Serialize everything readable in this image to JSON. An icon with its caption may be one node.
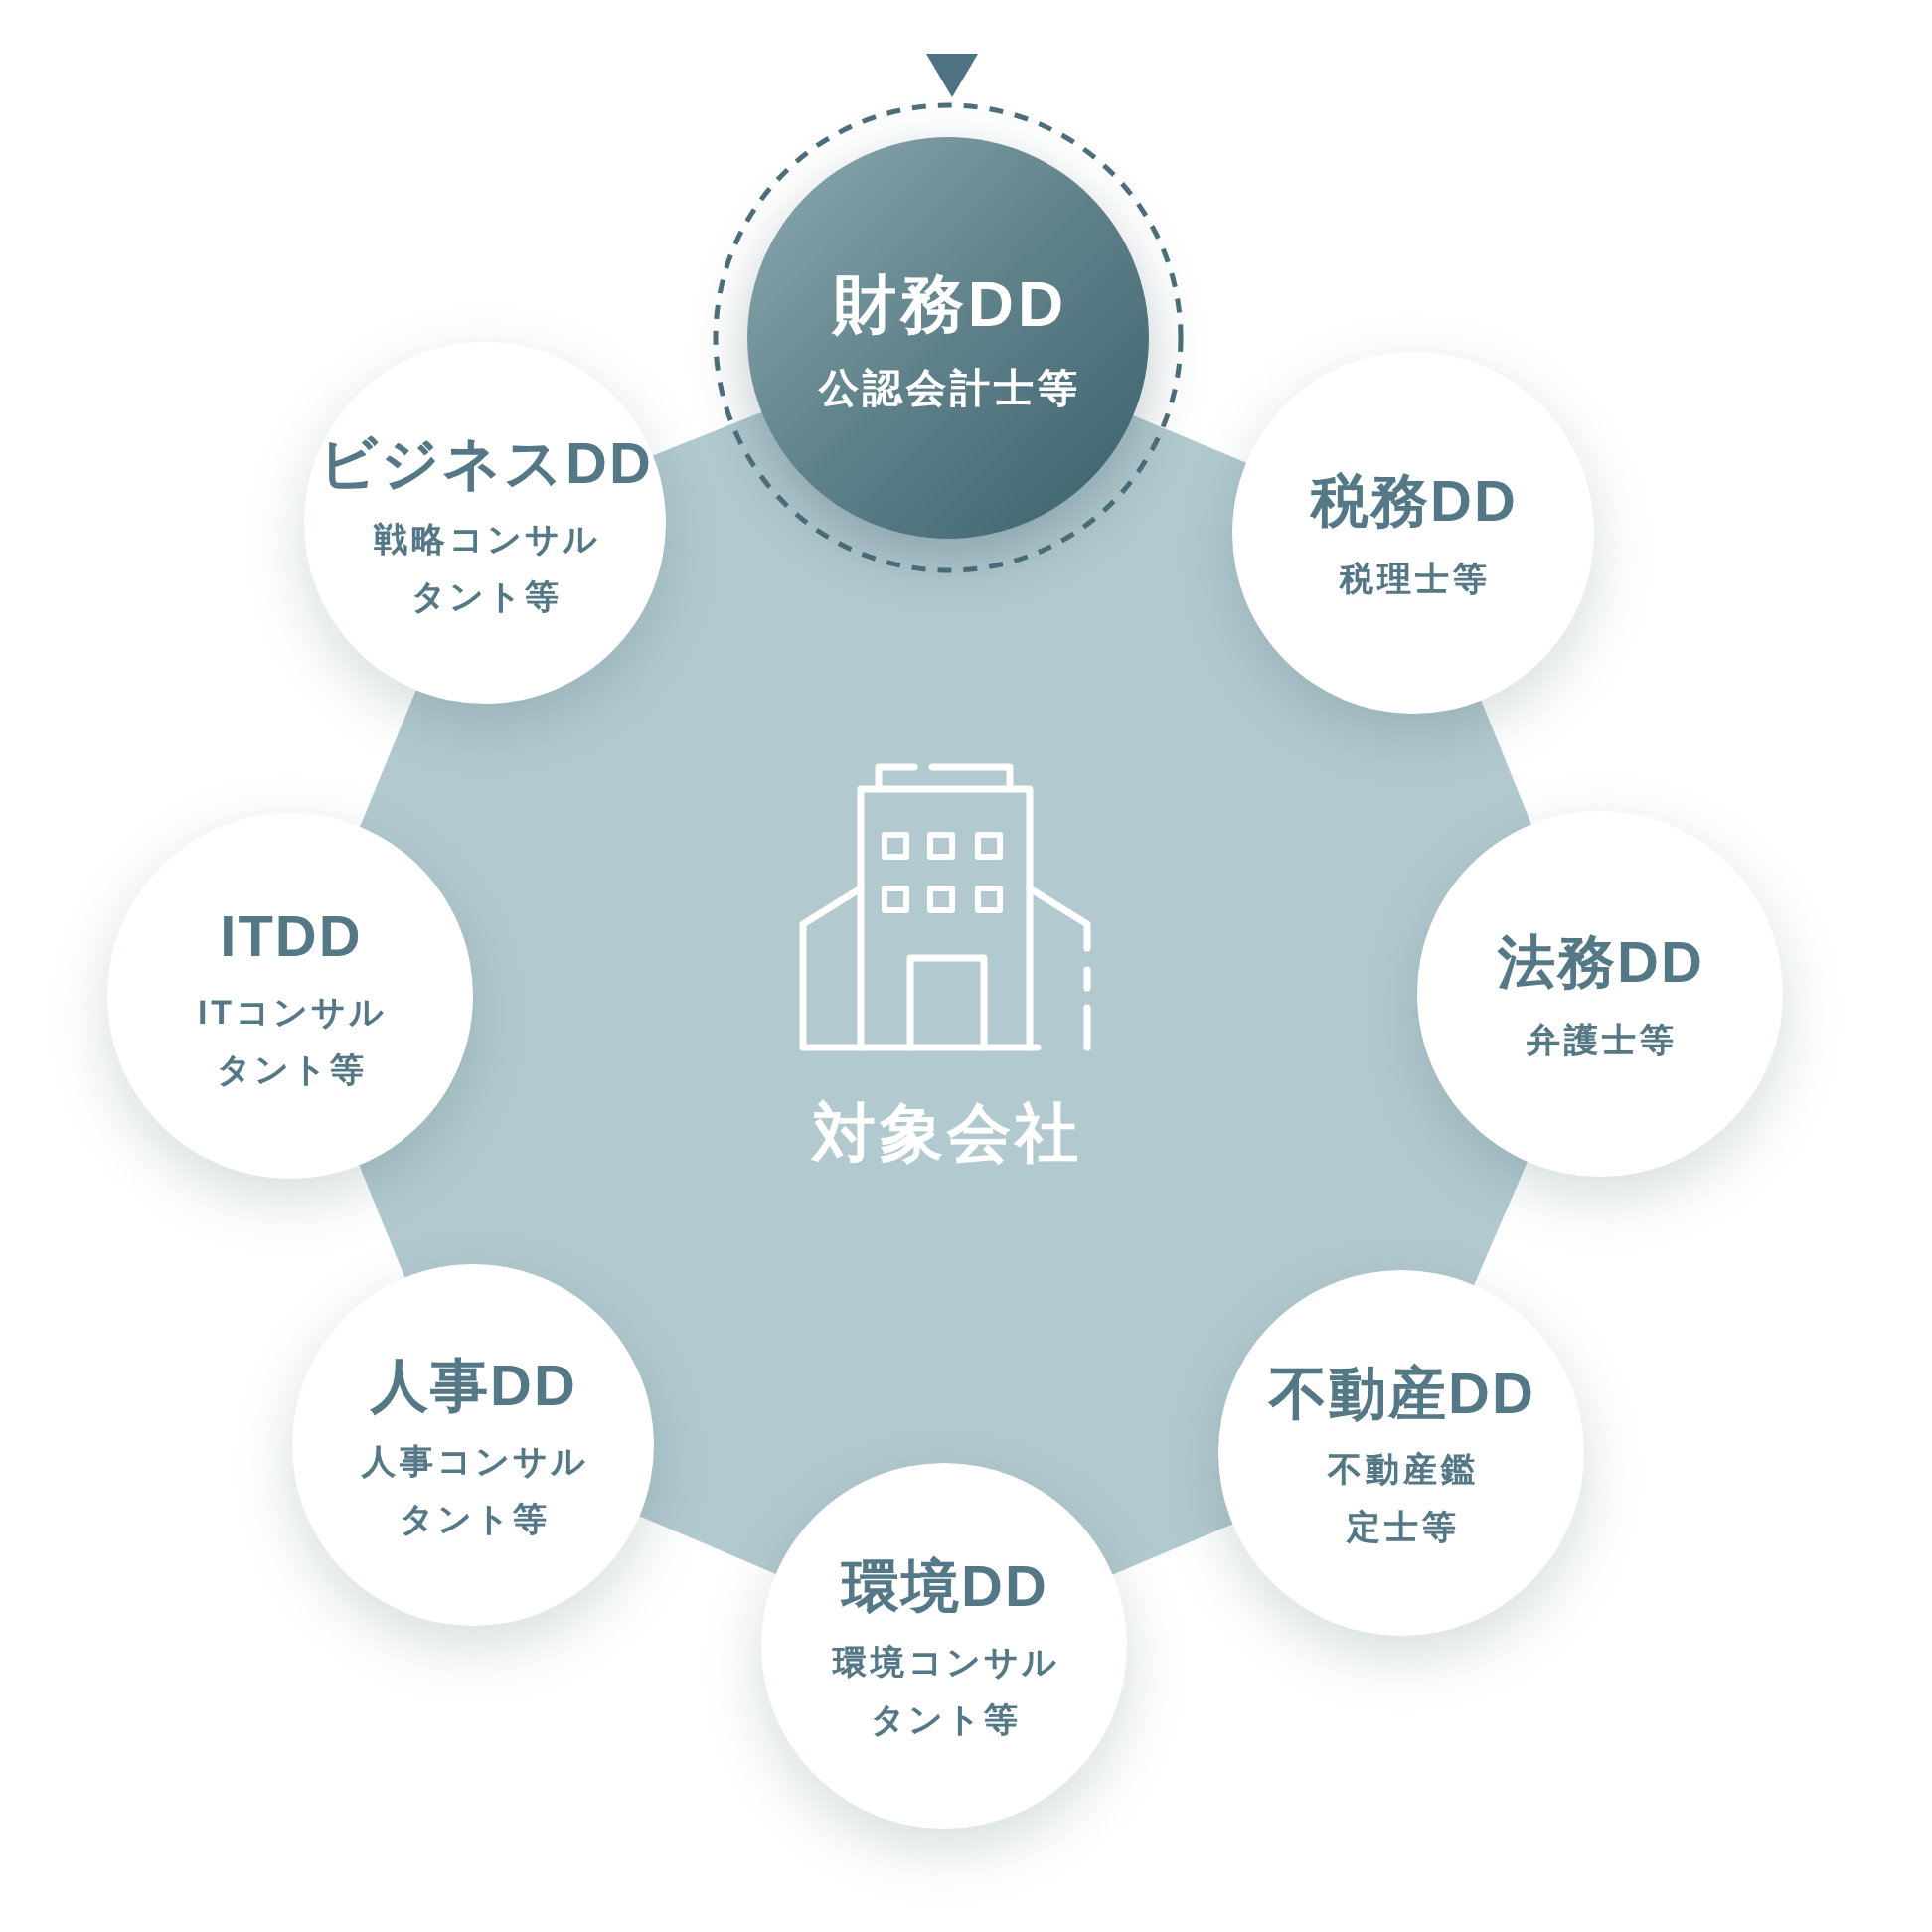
{
  "diagram": {
    "nodes": [
      {
        "text": [
          "対象会社"
        ]
      },
      {
        "text": [
          "財務DD",
          "公認会計士等"
        ]
      },
      {
        "text": [
          "税務DD",
          "税理士等"
        ]
      },
      {
        "text": [
          "法務DD",
          "弁護士等"
        ]
      },
      {
        "text": [
          "不動産DD",
          "不動産鑑定士等"
        ]
      },
      {
        "text": [
          "環境DD",
          "環境コンサルタント等"
        ]
      },
      {
        "text": [
          "人事DD",
          "人事コンサルタント等"
        ]
      },
      {
        "text": [
          "ITDD",
          "ITコンサルタント等"
        ]
      },
      {
        "text": [
          "ビジネスDD",
          "戦略コンサルタント等"
        ]
      }
    ]
  }
}
